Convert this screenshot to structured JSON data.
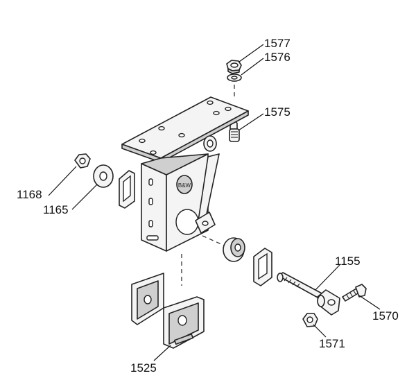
{
  "callouts": [
    {
      "id": "1577",
      "text": "1577"
    },
    {
      "id": "1576",
      "text": "1576"
    },
    {
      "id": "1575",
      "text": "1575"
    },
    {
      "id": "1168",
      "text": "1168"
    },
    {
      "id": "1165",
      "text": "1165"
    },
    {
      "id": "1155",
      "text": "1155"
    },
    {
      "id": "1570",
      "text": "1570"
    },
    {
      "id": "1571",
      "text": "1571"
    },
    {
      "id": "1525",
      "text": "1525"
    }
  ]
}
